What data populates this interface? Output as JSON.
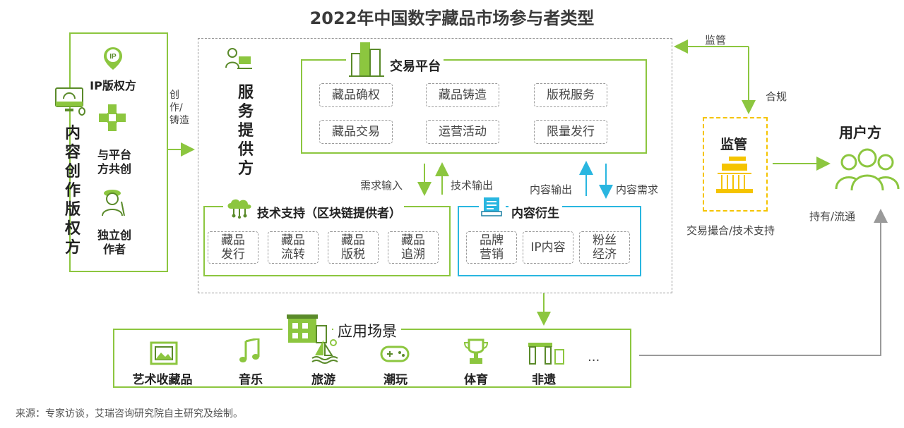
{
  "title": "2022年中国数字藏品市场参与者类型",
  "creator": {
    "vertical_label": "内容创作版权方",
    "items": [
      "IP版权方",
      "与平台方共创",
      "独立创作者"
    ]
  },
  "create_arrow_label": "创作/铸造",
  "service": {
    "vertical_label": "服务提供方",
    "trading": {
      "title": "交易平台",
      "tags": [
        "藏品确权",
        "藏品铸造",
        "版税服务",
        "藏品交易",
        "运营活动",
        "限量发行"
      ]
    },
    "tech": {
      "title": "技术支持（区块链提供者）",
      "tags": [
        "藏品发行",
        "藏品流转",
        "藏品版税",
        "藏品追溯"
      ]
    },
    "content": {
      "title": "内容衍生",
      "tags": [
        "品牌营销",
        "IP内容",
        "粉丝经济"
      ]
    },
    "arrows": {
      "demand_in": "需求输入",
      "tech_out": "技术输出",
      "content_out": "内容输出",
      "content_demand": "内容需求"
    }
  },
  "regulator": {
    "title": "监管",
    "top_label": "监管",
    "compliance_label": "合规",
    "bottom_label": "交易撮合/技术支持"
  },
  "user": {
    "title": "用户方",
    "hold_label": "持有/流通"
  },
  "scenes": {
    "title": "应用场景",
    "items": [
      "艺术收藏品",
      "音乐",
      "旅游",
      "潮玩",
      "体育",
      "非遗"
    ],
    "more": "..."
  },
  "source": "来源：专家访谈，艾瑞咨询研究院自主研究及绘制。",
  "colors": {
    "green": "#8cc63f",
    "cyan": "#29b6e0",
    "yellow": "#f5c400",
    "gray": "#9a9a9a"
  }
}
